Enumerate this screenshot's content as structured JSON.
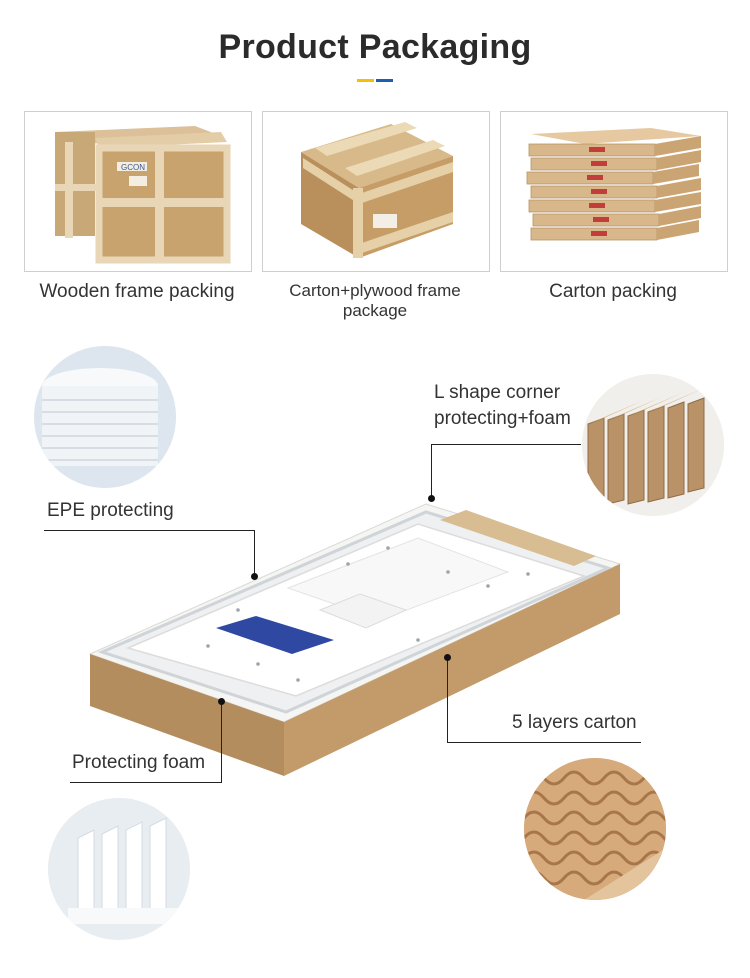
{
  "header": {
    "title": "Product Packaging",
    "accent_colors": [
      "#f2c200",
      "#1f5fae"
    ]
  },
  "packing_types": [
    {
      "caption": "Wooden frame packing",
      "image": "wooden-crate-image"
    },
    {
      "caption": "Carton+plywood frame package",
      "image": "carton-plywood-box-image"
    },
    {
      "caption": "Carton packing",
      "image": "carton-stack-image"
    }
  ],
  "crate_stamp": "GCON",
  "callouts": {
    "epe": "EPE protecting",
    "corner_line1": "L shape corner",
    "corner_line2": "protecting+foam",
    "foam": "Protecting foam",
    "carton": "5 layers carton"
  }
}
